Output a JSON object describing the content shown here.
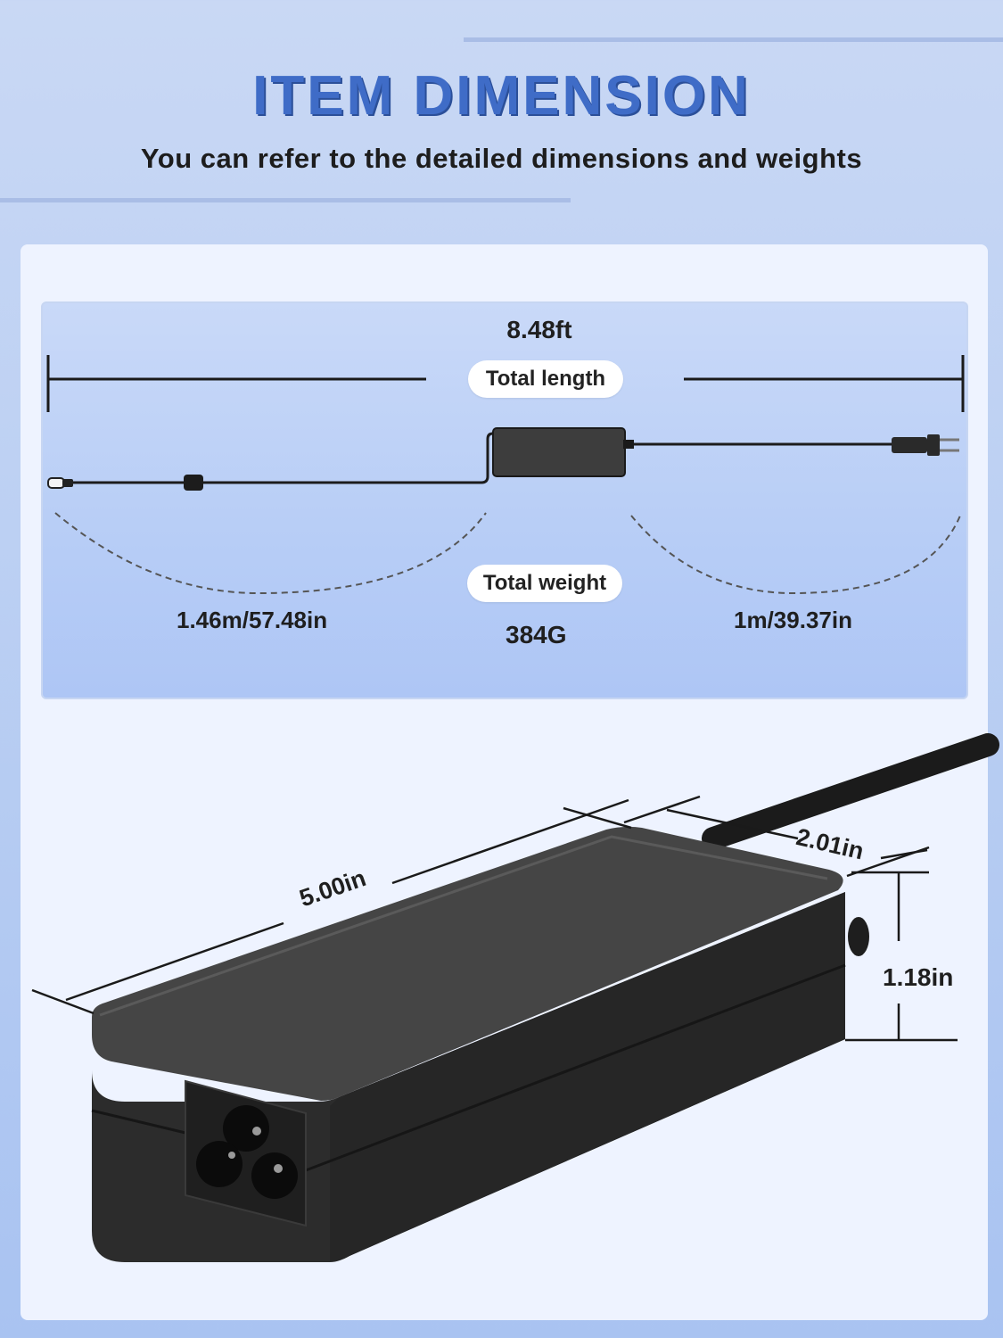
{
  "header": {
    "title": "ITEM DIMENSION",
    "subtitle": "You can refer to the detailed dimensions and weights"
  },
  "cable": {
    "total_length_value": "8.48ft",
    "total_length_label": "Total length",
    "total_weight_label": "Total weight",
    "total_weight_value": "384G",
    "dc_cord_length": "1.46m/57.48in",
    "ac_cord_length": "1m/39.37in"
  },
  "adapter": {
    "length": "5.00in",
    "width": "2.01in",
    "height": "1.18in"
  },
  "colors": {
    "title": "#3f6cc7",
    "adapter_body": "#2b2b2b",
    "adapter_top": "#3a3a3a",
    "card": "#eef3ff"
  },
  "icons": [
    "usb-c-plug-icon",
    "ferrite-choke-icon",
    "power-brick-icon",
    "ac-plug-icon",
    "iec-c5-socket-icon"
  ]
}
